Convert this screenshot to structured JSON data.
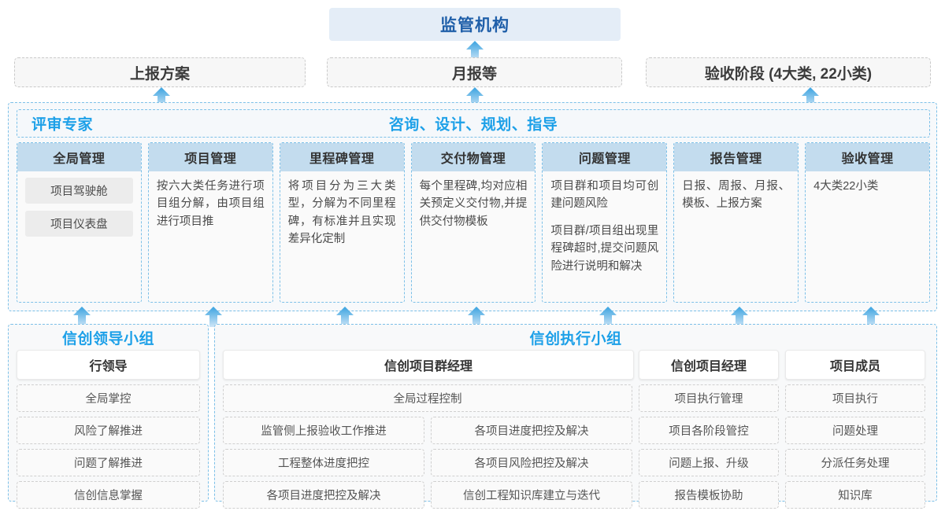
{
  "colors": {
    "accent_blue": "#1da0e8",
    "title_blue": "#1f5fa9",
    "header_fill": "#c3dcee",
    "regulator_fill": "#e4edf7",
    "dashed_blue": "#7cc0e8"
  },
  "top": {
    "regulator": "监管机构",
    "outputs": [
      {
        "label": "上报方案"
      },
      {
        "label": "月报等"
      },
      {
        "label": "验收阶段 (4大类, 22小类)"
      }
    ]
  },
  "middle": {
    "left_label": "评审专家",
    "center_label": "咨询、设计、规划、指导",
    "columns": [
      {
        "title": "全局管理",
        "pills": [
          "项目驾驶舱",
          "项目仪表盘"
        ],
        "paragraphs": []
      },
      {
        "title": "项目管理",
        "pills": [],
        "paragraphs": [
          "按六大类任务进行项目组分解，由项目组进行项目推"
        ]
      },
      {
        "title": "里程碑管理",
        "pills": [],
        "paragraphs": [
          "将项目分为三大类型，分解为不同里程碑，有标准并且实现差异化定制"
        ]
      },
      {
        "title": "交付物管理",
        "pills": [],
        "paragraphs": [
          "每个里程碑,均对应相关预定义交付物,并提供交付物模板"
        ]
      },
      {
        "title": "问题管理",
        "pills": [],
        "paragraphs": [
          "项目群和项目均可创建问题风险",
          "项目群/项目组出现里程碑超时,提交问题风险进行说明和解决"
        ]
      },
      {
        "title": "报告管理",
        "pills": [],
        "paragraphs": [
          "日报、周报、月报、模板、上报方案"
        ]
      },
      {
        "title": "验收管理",
        "pills": [],
        "paragraphs": [
          "4大类22小类"
        ]
      }
    ]
  },
  "bottom": {
    "lead_group": {
      "title": "信创领导小组",
      "role": "行领导",
      "tasks": [
        "全局掌控",
        "风险了解推进",
        "问题了解推进",
        "信创信息掌握"
      ]
    },
    "exec_group": {
      "title": "信创执行小组",
      "program_manager": {
        "role": "信创项目群经理",
        "full_width_task": "全局过程控制",
        "left_tasks": [
          "监管侧上报验收工作推进",
          "工程整体进度把控",
          "各项目进度把控及解决"
        ],
        "right_tasks": [
          "各项目进度把控及解决",
          "各项目风险把控及解决",
          "信创工程知识库建立与迭代"
        ]
      },
      "project_manager": {
        "role": "信创项目经理",
        "tasks": [
          "项目执行管理",
          "项目各阶段管控",
          "问题上报、升级",
          "报告模板协助"
        ]
      },
      "project_member": {
        "role": "项目成员",
        "tasks": [
          "项目执行",
          "问题处理",
          "分派任务处理",
          "知识库"
        ]
      }
    }
  },
  "arrows": {
    "to_regulator_name": "up-arrow-icon",
    "count_top": 3,
    "count_mid": 7
  }
}
